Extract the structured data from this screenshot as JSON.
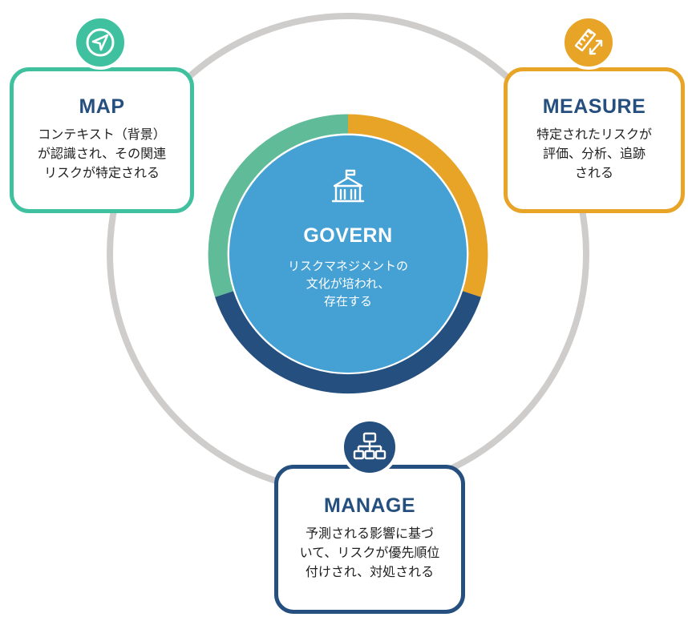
{
  "govern": {
    "title": "GOVERN",
    "description": "リスクマネジメントの\n文化が培われ、\n存在する"
  },
  "map": {
    "title": "MAP",
    "description": "コンテキスト（背景）\nが認識され、その関連\nリスクが特定される"
  },
  "measure": {
    "title": "MEASURE",
    "description": "特定されたリスクが\n評価、分析、追跡\nされる"
  },
  "manage": {
    "title": "MANAGE",
    "description": "予測される影響に基づ\nいて、リスクが優先順位\n付けされ、対処される"
  },
  "colors": {
    "map": "#3fc1a0",
    "measure": "#e7a427",
    "manage": "#244f7e",
    "govern": "#45a0d4",
    "outer_ring": "#cfcccc"
  },
  "icons": {
    "map": "navigation-arrow-icon",
    "measure": "ruler-measure-icon",
    "manage": "hierarchy-org-chart-icon",
    "govern": "institution-building-icon"
  }
}
